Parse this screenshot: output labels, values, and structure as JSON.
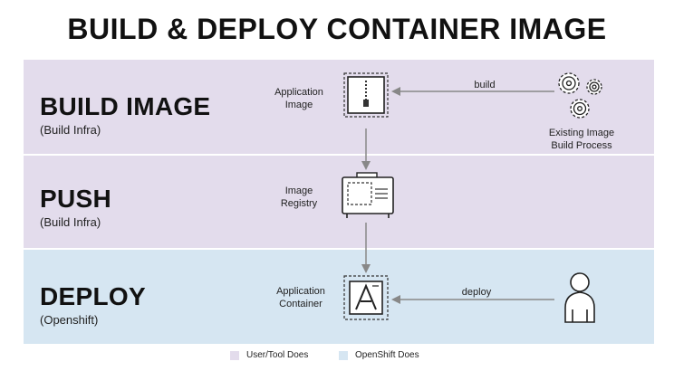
{
  "title": "BUILD & DEPLOY CONTAINER IMAGE",
  "stages": [
    {
      "title": "BUILD IMAGE",
      "subtitle": "(Build Infra)"
    },
    {
      "title": "PUSH",
      "subtitle": "(Build Infra)"
    },
    {
      "title": "DEPLOY",
      "subtitle": "(Openshift)"
    }
  ],
  "nodes": {
    "app_image": "Application\nImage",
    "registry": "Image\nRegistry",
    "app_container": "Application\nContainer",
    "existing": "Existing Image\nBuild Process"
  },
  "edges": {
    "build": "build",
    "deploy": "deploy"
  },
  "legend": [
    {
      "label": "User/Tool Does",
      "color": "#e3dcec"
    },
    {
      "label": "OpenShift Does",
      "color": "#d6e6f2"
    }
  ],
  "icons": [
    "image-icon",
    "registry-icon",
    "container-icon",
    "gears-icon",
    "person-icon"
  ]
}
